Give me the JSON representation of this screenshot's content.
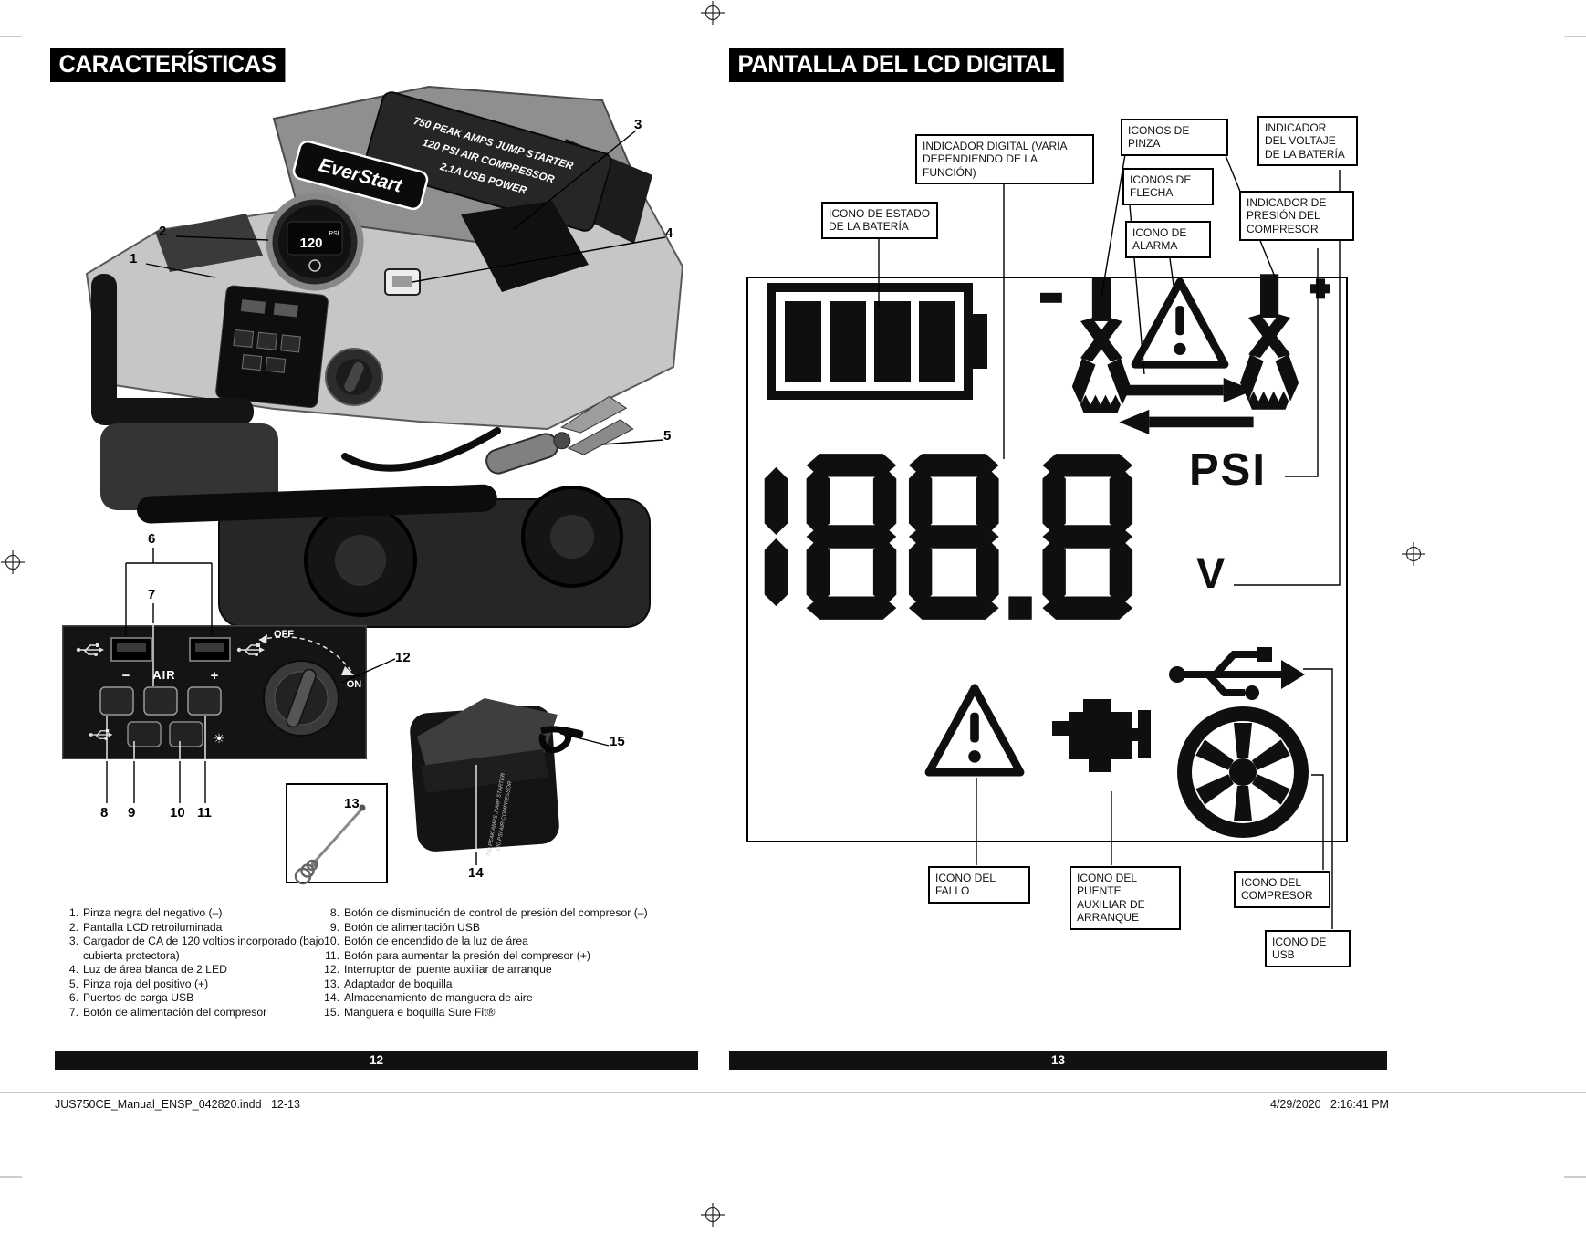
{
  "doc": {
    "footer_left": "JUS750CE_Manual_ENSP_042820.indd   12-13",
    "footer_right": "4/29/2020   2:16:41 PM"
  },
  "page_left": {
    "header": "CARACTERÍSTICAS",
    "page_number": "12",
    "product": {
      "line1": "750 PEAK AMPS JUMP STARTER",
      "line2": "120 PSI AIR COMPRESSOR",
      "line3": "2.1A USB POWER",
      "brand": "EverStart",
      "gauge_value": "120",
      "gauge_unit": "PSI"
    },
    "panel": {
      "air_label": "AIR",
      "minus": "−",
      "plus": "+",
      "off": "OFF",
      "on": "ON",
      "light_icon": "☀"
    },
    "callouts": {
      "c1": "1",
      "c2": "2",
      "c3": "3",
      "c4": "4",
      "c5": "5",
      "c6": "6",
      "c7": "7",
      "c8": "8",
      "c9": "9",
      "c10": "10",
      "c11": "11",
      "c12": "12",
      "c13": "13",
      "c14": "14",
      "c15": "15"
    },
    "features": [
      {
        "num": "1.",
        "text": "Pinza negra del negativo (–)"
      },
      {
        "num": "2.",
        "text": "Pantalla LCD retroiluminada"
      },
      {
        "num": "3.",
        "text": "Cargador de CA de 120 voltios incorporado (bajo cubierta protectora)"
      },
      {
        "num": "4.",
        "text": "Luz de área blanca de 2 LED"
      },
      {
        "num": "5.",
        "text": "Pinza roja del positivo (+)"
      },
      {
        "num": "6.",
        "text": "Puertos de carga USB"
      },
      {
        "num": "7.",
        "text": "Botón de alimentación del compresor"
      },
      {
        "num": "8.",
        "text": "Botón de disminución de control de presión del compresor (–)"
      },
      {
        "num": "9.",
        "text": "Botón de alimentación USB"
      },
      {
        "num": "10.",
        "text": "Botón de encendido de la luz de área"
      },
      {
        "num": "11.",
        "text": "Botón para aumentar la presión del compresor (+)"
      },
      {
        "num": "12.",
        "text": "Interruptor del puente auxiliar de arranque"
      },
      {
        "num": "13.",
        "text": "Adaptador de boquilla"
      },
      {
        "num": "14.",
        "text": "Almacenamiento de manguera de aire"
      },
      {
        "num": "15.",
        "text": "Manguera e boquilla Sure Fit®"
      }
    ]
  },
  "page_right": {
    "header": "PANTALLA DEL LCD DIGITAL",
    "page_number": "13",
    "labels": {
      "indicador_digital": "INDICADOR DIGITAL (VARÍA DEPENDIENDO DE LA FUNCIÓN)",
      "iconos_pinza": "ICONOS DE PINZA",
      "indicador_voltaje": "INDICADOR DEL VOLTAJE DE LA BATERÍA",
      "icono_estado_bateria": "ICONO DE ESTADO DE LA BATERÍA",
      "iconos_flecha": "ICONOS DE FLECHA",
      "icono_alarma": "ICONO DE ALARMA",
      "indicador_presion": "INDICADOR DE PRESIÓN DEL COMPRESOR",
      "icono_fallo": "ICONO DEL FALLO",
      "icono_puente": "ICONO DEL PUENTE AUXILIAR DE ARRANQUE",
      "icono_compresor": "ICONO DEL COMPRESOR",
      "icono_usb": "ICONO DE USB"
    },
    "lcd": {
      "value": "188.8",
      "psi": "PSI",
      "volt": "V"
    }
  }
}
